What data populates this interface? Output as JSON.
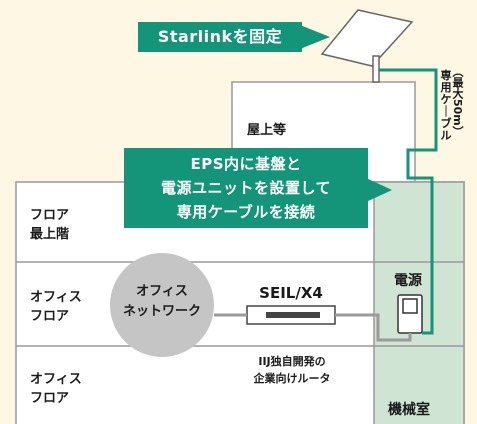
{
  "callout_top": "Starlinkを固定",
  "rooftop_label": "屋上等",
  "callout_mid": [
    "EPS内に基盤と",
    "電源ユニットを設置して",
    "専用ケーブルを接続"
  ],
  "floors": {
    "top": [
      "フロア",
      "最上階"
    ],
    "office1": [
      "オフィス",
      "フロア"
    ],
    "office2": [
      "オフィス",
      "フロア"
    ]
  },
  "network_circle": [
    "オフィス",
    "ネットワーク"
  ],
  "router": {
    "name": "SEIL/X4",
    "description": [
      "IIJ独自開発の",
      "企業向けルータ"
    ]
  },
  "power_label": "電源",
  "machine_room_label": "機械室",
  "cable_note": {
    "col1": "（最大50m）",
    "col2_chars": [
      "専",
      "用",
      "ケ",
      "｜",
      "ブ",
      "ル"
    ]
  },
  "colors": {
    "background": "#fdf7e3",
    "accent_green": "#149479",
    "machine_room": "#cfe4d2",
    "circle_gray": "#c5c5c5",
    "outline": "#9a9a9a"
  }
}
